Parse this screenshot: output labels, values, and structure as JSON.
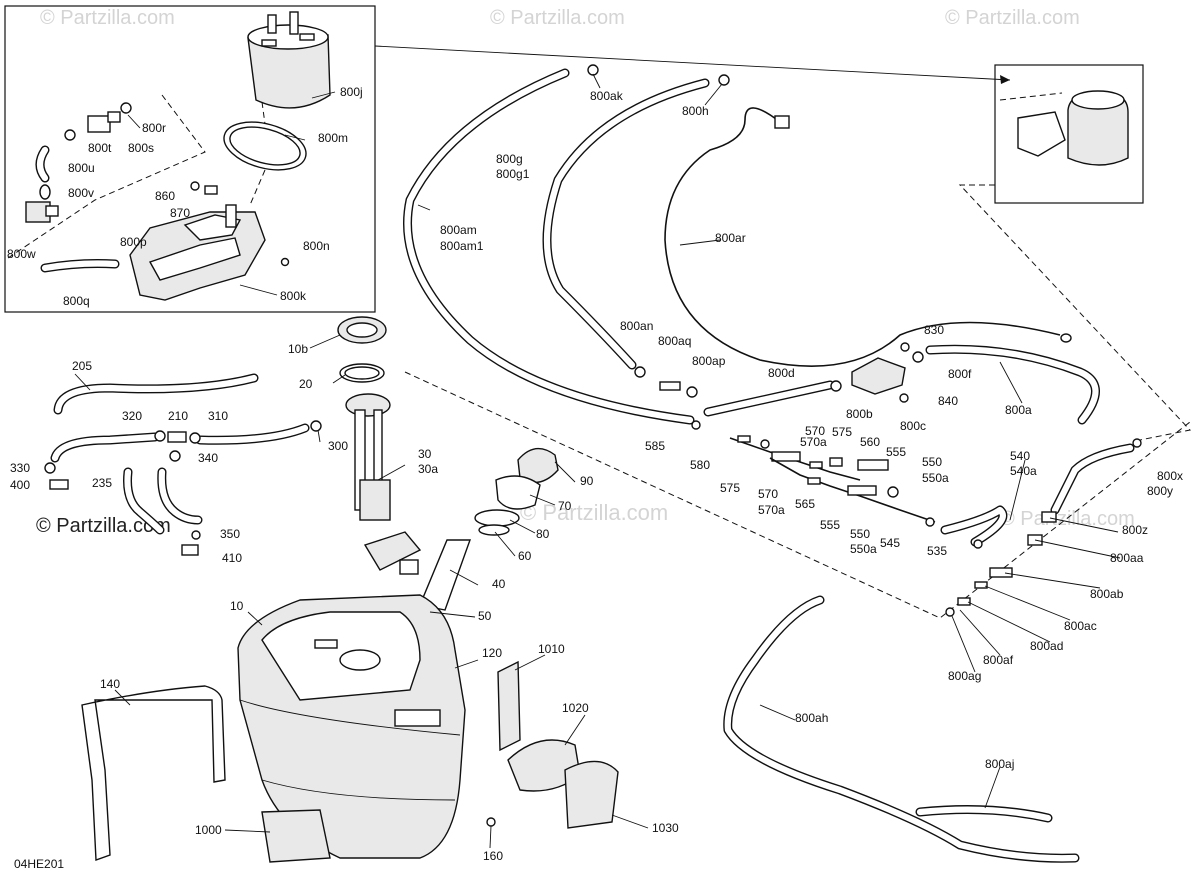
{
  "watermark": {
    "text": "© Partzilla.com",
    "center_text": "© Partzilla.com"
  },
  "diagram_code": "04HE201",
  "labels": {
    "p800j": "800j",
    "p800m": "800m",
    "p800r": "800r",
    "p800t": "800t",
    "p800s": "800s",
    "p800u": "800u",
    "p800v": "800v",
    "p860": "860",
    "p870": "870",
    "p800w": "800w",
    "p800p": "800p",
    "p800n": "800n",
    "p800q": "800q",
    "p800k": "800k",
    "p800ak": "800ak",
    "p800h": "800h",
    "p800g": "800g",
    "p800g1": "800g1",
    "p800am": "800am",
    "p800am1": "800am1",
    "p800ar": "800ar",
    "p800an": "800an",
    "p800aq": "800aq",
    "p800ap": "800ap",
    "p800d": "800d",
    "p830": "830",
    "p800f": "800f",
    "p800b": "800b",
    "p840": "840",
    "p800c": "800c",
    "p800a": "800a",
    "p585": "585",
    "p580": "580",
    "p575a": "575",
    "p575b": "575",
    "p570s": "570",
    "p570as": "570a",
    "p570": "570",
    "p570a": "570a",
    "p565": "565",
    "p560": "560",
    "p555a": "555",
    "p555b": "555",
    "p550a": "550",
    "p550aa": "550a",
    "p550b": "550",
    "p550ab": "550a",
    "p545": "545",
    "p540": "540",
    "p540a": "540a",
    "p535": "535",
    "p800x": "800x",
    "p800y": "800y",
    "p800z": "800z",
    "p800aa": "800aa",
    "p800ab": "800ab",
    "p800ac": "800ac",
    "p800ad": "800ad",
    "p800af": "800af",
    "p800ag": "800ag",
    "p800ah": "800ah",
    "p800aj": "800aj",
    "p10b": "10b",
    "p20": "20",
    "p30": "30",
    "p30a": "30a",
    "p205": "205",
    "p320": "320",
    "p210": "210",
    "p310": "310",
    "p300": "300",
    "p330": "330",
    "p400": "400",
    "p340": "340",
    "p235": "235",
    "p350": "350",
    "p410": "410",
    "p90": "90",
    "p70": "70",
    "p80": "80",
    "p60": "60",
    "p40": "40",
    "p50": "50",
    "p10": "10",
    "p120": "120",
    "p1010": "1010",
    "p140": "140",
    "p1020": "1020",
    "p1000": "1000",
    "p160": "160",
    "p1030": "1030"
  }
}
